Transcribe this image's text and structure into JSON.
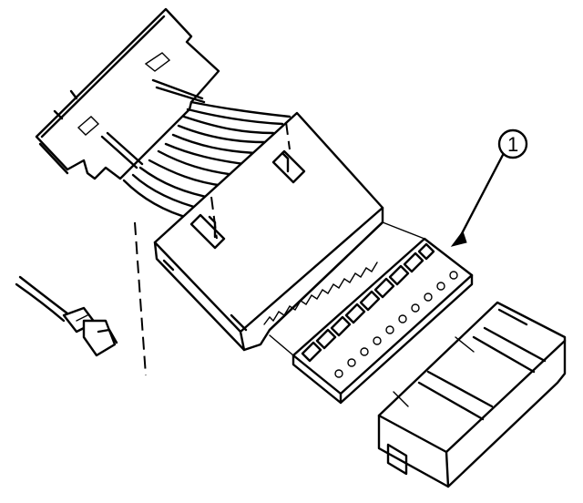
{
  "figure": {
    "callouts": [
      {
        "label": "1"
      }
    ]
  },
  "parts": [
    {
      "name": "printed-circuit-board"
    },
    {
      "name": "ribbon-cable"
    },
    {
      "name": "connector-housing"
    },
    {
      "name": "contact-insert"
    },
    {
      "name": "cover"
    },
    {
      "name": "wire-lead"
    }
  ]
}
